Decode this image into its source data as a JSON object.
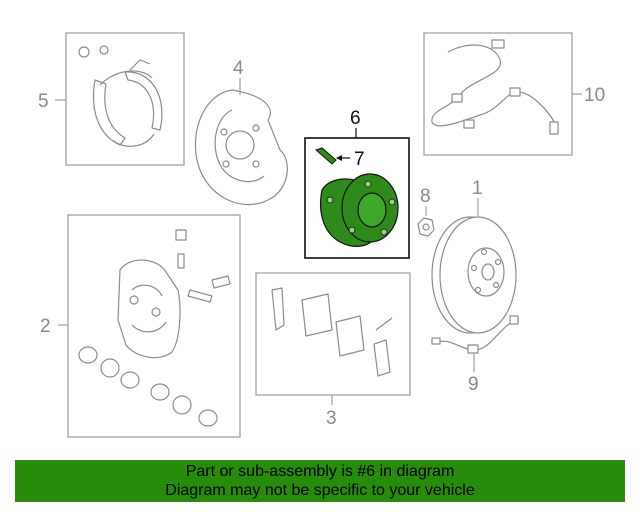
{
  "diagram": {
    "callouts": {
      "c1": "1",
      "c2": "2",
      "c3": "3",
      "c4": "4",
      "c5": "5",
      "c6": "6",
      "c7": "7",
      "c8": "8",
      "c9": "9",
      "c10": "10"
    },
    "highlight_color": "#2e8b1a",
    "highlighted_part": "6"
  },
  "banner": {
    "line1": "Part or sub-assembly is #6 in diagram",
    "line2": "Diagram may not be specific to your vehicle",
    "background": "#268c0a"
  }
}
